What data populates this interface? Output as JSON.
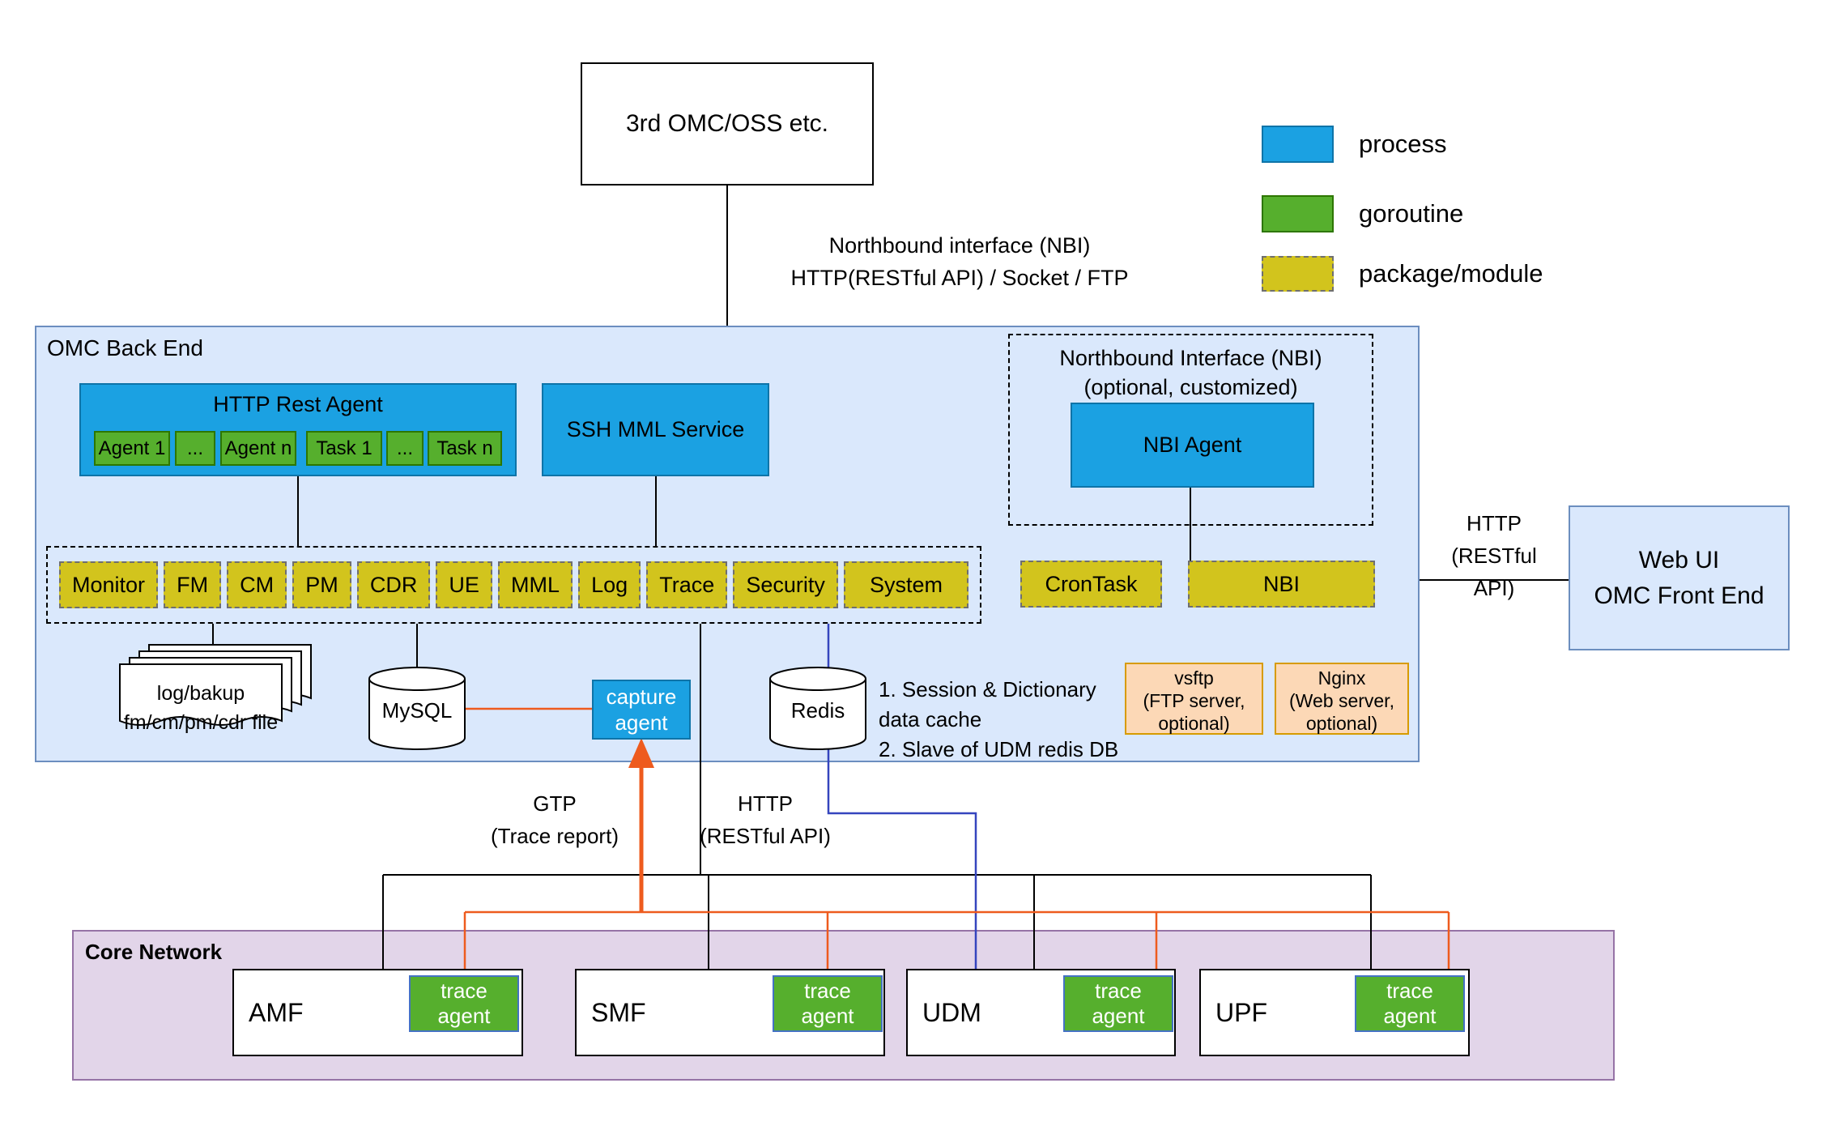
{
  "colors": {
    "process_blue": "#1BA1E2",
    "goroutine_green": "#56AF2D",
    "module_yellow": "#D2C41D",
    "backend_fill": "#DAE8FC",
    "core_fill": "#E2D5E9",
    "optional_fill": "#FCD8B6",
    "orange_line": "#EE5B1E",
    "blue_line": "#3545BE"
  },
  "external_box": {
    "label": "3rd OMC/OSS etc."
  },
  "legend": {
    "items": [
      {
        "swatch": "process-swatch",
        "label": "process"
      },
      {
        "swatch": "goroutine-swatch",
        "label": "goroutine"
      },
      {
        "swatch": "package-swatch",
        "label": "package/module"
      }
    ]
  },
  "edge_labels": {
    "northbound_1": "Northbound interface (NBI)",
    "northbound_2": "HTTP(RESTful API) / Socket / FTP",
    "gtp_1": "GTP",
    "gtp_2": "(Trace report)",
    "http_1": "HTTP",
    "http_2": "(RESTful API)",
    "webui_http_1": "HTTP",
    "webui_http_2": "(RESTful API)"
  },
  "backend": {
    "title": "OMC Back End",
    "rest_agent": {
      "title": "HTTP Rest Agent",
      "agents": [
        "Agent 1",
        "...",
        "Agent n"
      ],
      "tasks": [
        "Task 1",
        "...",
        "Task n"
      ]
    },
    "ssh_mml": {
      "label": "SSH MML Service"
    },
    "nbi_container": {
      "title_1": "Northbound Interface (NBI)",
      "title_2": "(optional, customized)",
      "agent": "NBI  Agent"
    },
    "modules": [
      "Monitor",
      "FM",
      "CM",
      "PM",
      "CDR",
      "UE",
      "MML",
      "Log",
      "Trace",
      "Security",
      "System"
    ],
    "crontask": "CronTask",
    "nbi_module": "NBI",
    "log_files": {
      "line1": "log/bakup",
      "line2": "fm/cm/pm/cdr file"
    },
    "mysql": {
      "label": "MySQL"
    },
    "capture_agent": {
      "label": "capture agent"
    },
    "redis": {
      "label": "Redis"
    },
    "redis_note": {
      "line1": "1. Session & Dictionary",
      "line2": "data cache",
      "line3": "2. Slave of UDM redis DB"
    },
    "vsftp": {
      "line1": "vsftp",
      "line2": "(FTP server,",
      "line3": "optional)"
    },
    "nginx": {
      "line1": "Nginx",
      "line2": "(Web server,",
      "line3": "optional)"
    }
  },
  "webui": {
    "line1": "Web UI",
    "line2": "OMC Front End"
  },
  "core_network": {
    "title": "Core Network",
    "nfs": [
      {
        "name": "AMF",
        "trace": "trace agent"
      },
      {
        "name": "SMF",
        "trace": "trace agent"
      },
      {
        "name": "UDM",
        "trace": "trace agent"
      },
      {
        "name": "UPF",
        "trace": "trace agent"
      }
    ]
  }
}
